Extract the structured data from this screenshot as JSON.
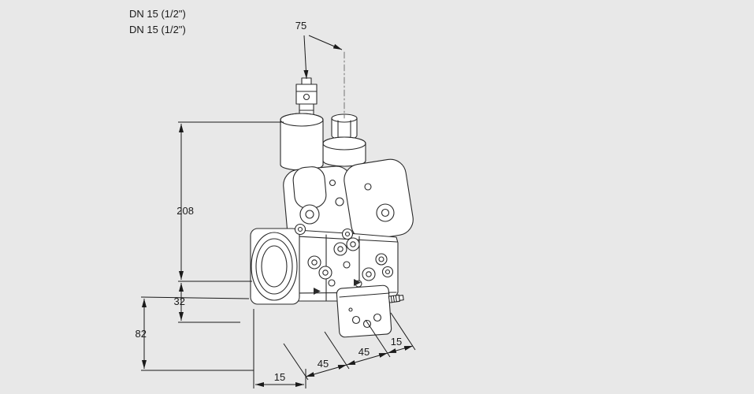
{
  "page": {
    "background_color": "#e8e8e8",
    "line_color": "#1a1a1a",
    "part_fill_color": "#ffffff"
  },
  "labels": {
    "dn_line_1": "DN 15 (1/2\")",
    "dn_line_2": "DN 15 (1/2\")"
  },
  "dimensions": {
    "top_width": "75",
    "left_height_upper": "208",
    "left_height_mid": "32",
    "left_height_lower": "82",
    "bottom_front": "15",
    "bottom_depth_1": "45",
    "bottom_depth_2": "45",
    "bottom_depth_3": "15"
  }
}
